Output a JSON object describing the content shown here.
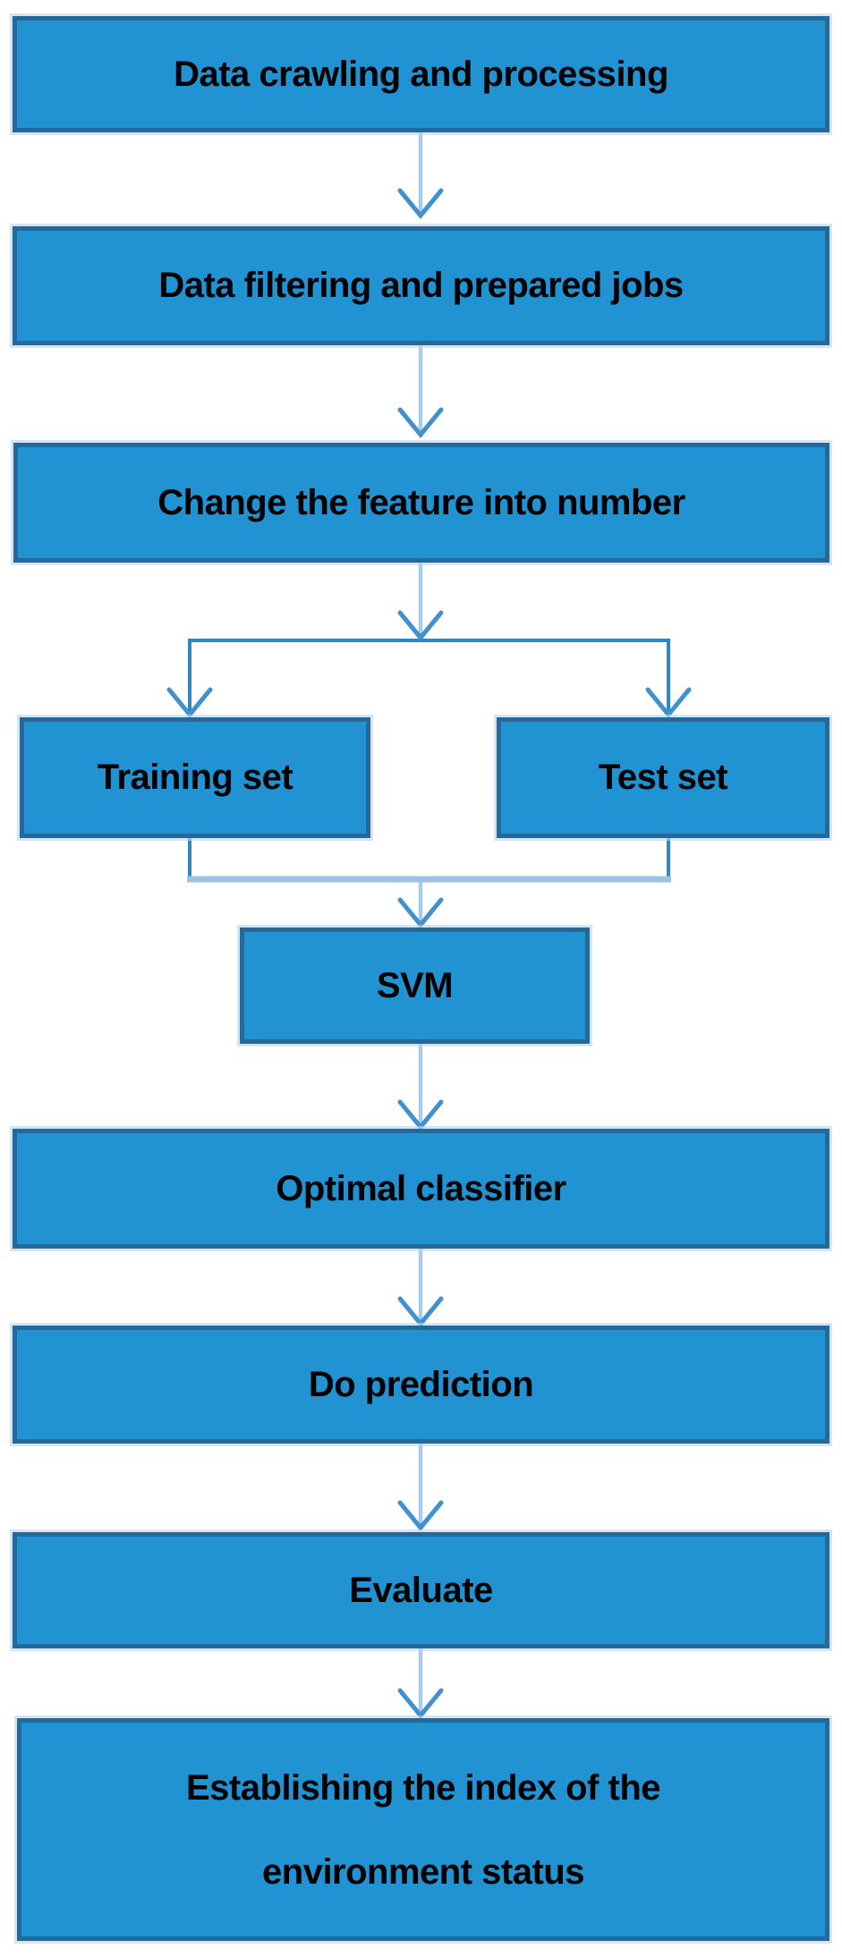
{
  "diagram": {
    "kind": "flowchart",
    "direction": "top-down"
  },
  "nodes": [
    {
      "id": "data-crawling",
      "label": "Data crawling and processing"
    },
    {
      "id": "data-filtering",
      "label": "Data filtering and prepared jobs"
    },
    {
      "id": "change-feature",
      "label": "Change the feature into number"
    },
    {
      "id": "training-set",
      "label": "Training set"
    },
    {
      "id": "test-set",
      "label": "Test set"
    },
    {
      "id": "svm",
      "label": "SVM"
    },
    {
      "id": "optimal-classifier",
      "label": "Optimal classifier"
    },
    {
      "id": "do-prediction",
      "label": "Do prediction"
    },
    {
      "id": "evaluate",
      "label": "Evaluate"
    },
    {
      "id": "establishing-index",
      "label": "Establishing the index of the\nenvironment status"
    }
  ],
  "edges": [
    {
      "from": "data-crawling",
      "to": "data-filtering"
    },
    {
      "from": "data-filtering",
      "to": "change-feature"
    },
    {
      "from": "change-feature",
      "to": "training-set"
    },
    {
      "from": "change-feature",
      "to": "test-set"
    },
    {
      "from": "training-set",
      "to": "svm"
    },
    {
      "from": "test-set",
      "to": "svm"
    },
    {
      "from": "svm",
      "to": "optimal-classifier"
    },
    {
      "from": "optimal-classifier",
      "to": "do-prediction"
    },
    {
      "from": "do-prediction",
      "to": "evaluate"
    },
    {
      "from": "evaluate",
      "to": "establishing-index"
    }
  ],
  "colors": {
    "node_fill": "#2193d3",
    "node_border": "#25689a",
    "node_halo": "#bed7ee",
    "arrow_shaft": "#a8cbe9",
    "arrow_head": "#4191ce",
    "branch_line": "#2e86c4",
    "merge_line": "#9cc3e5",
    "text": "#000000",
    "background": "#ffffff"
  }
}
